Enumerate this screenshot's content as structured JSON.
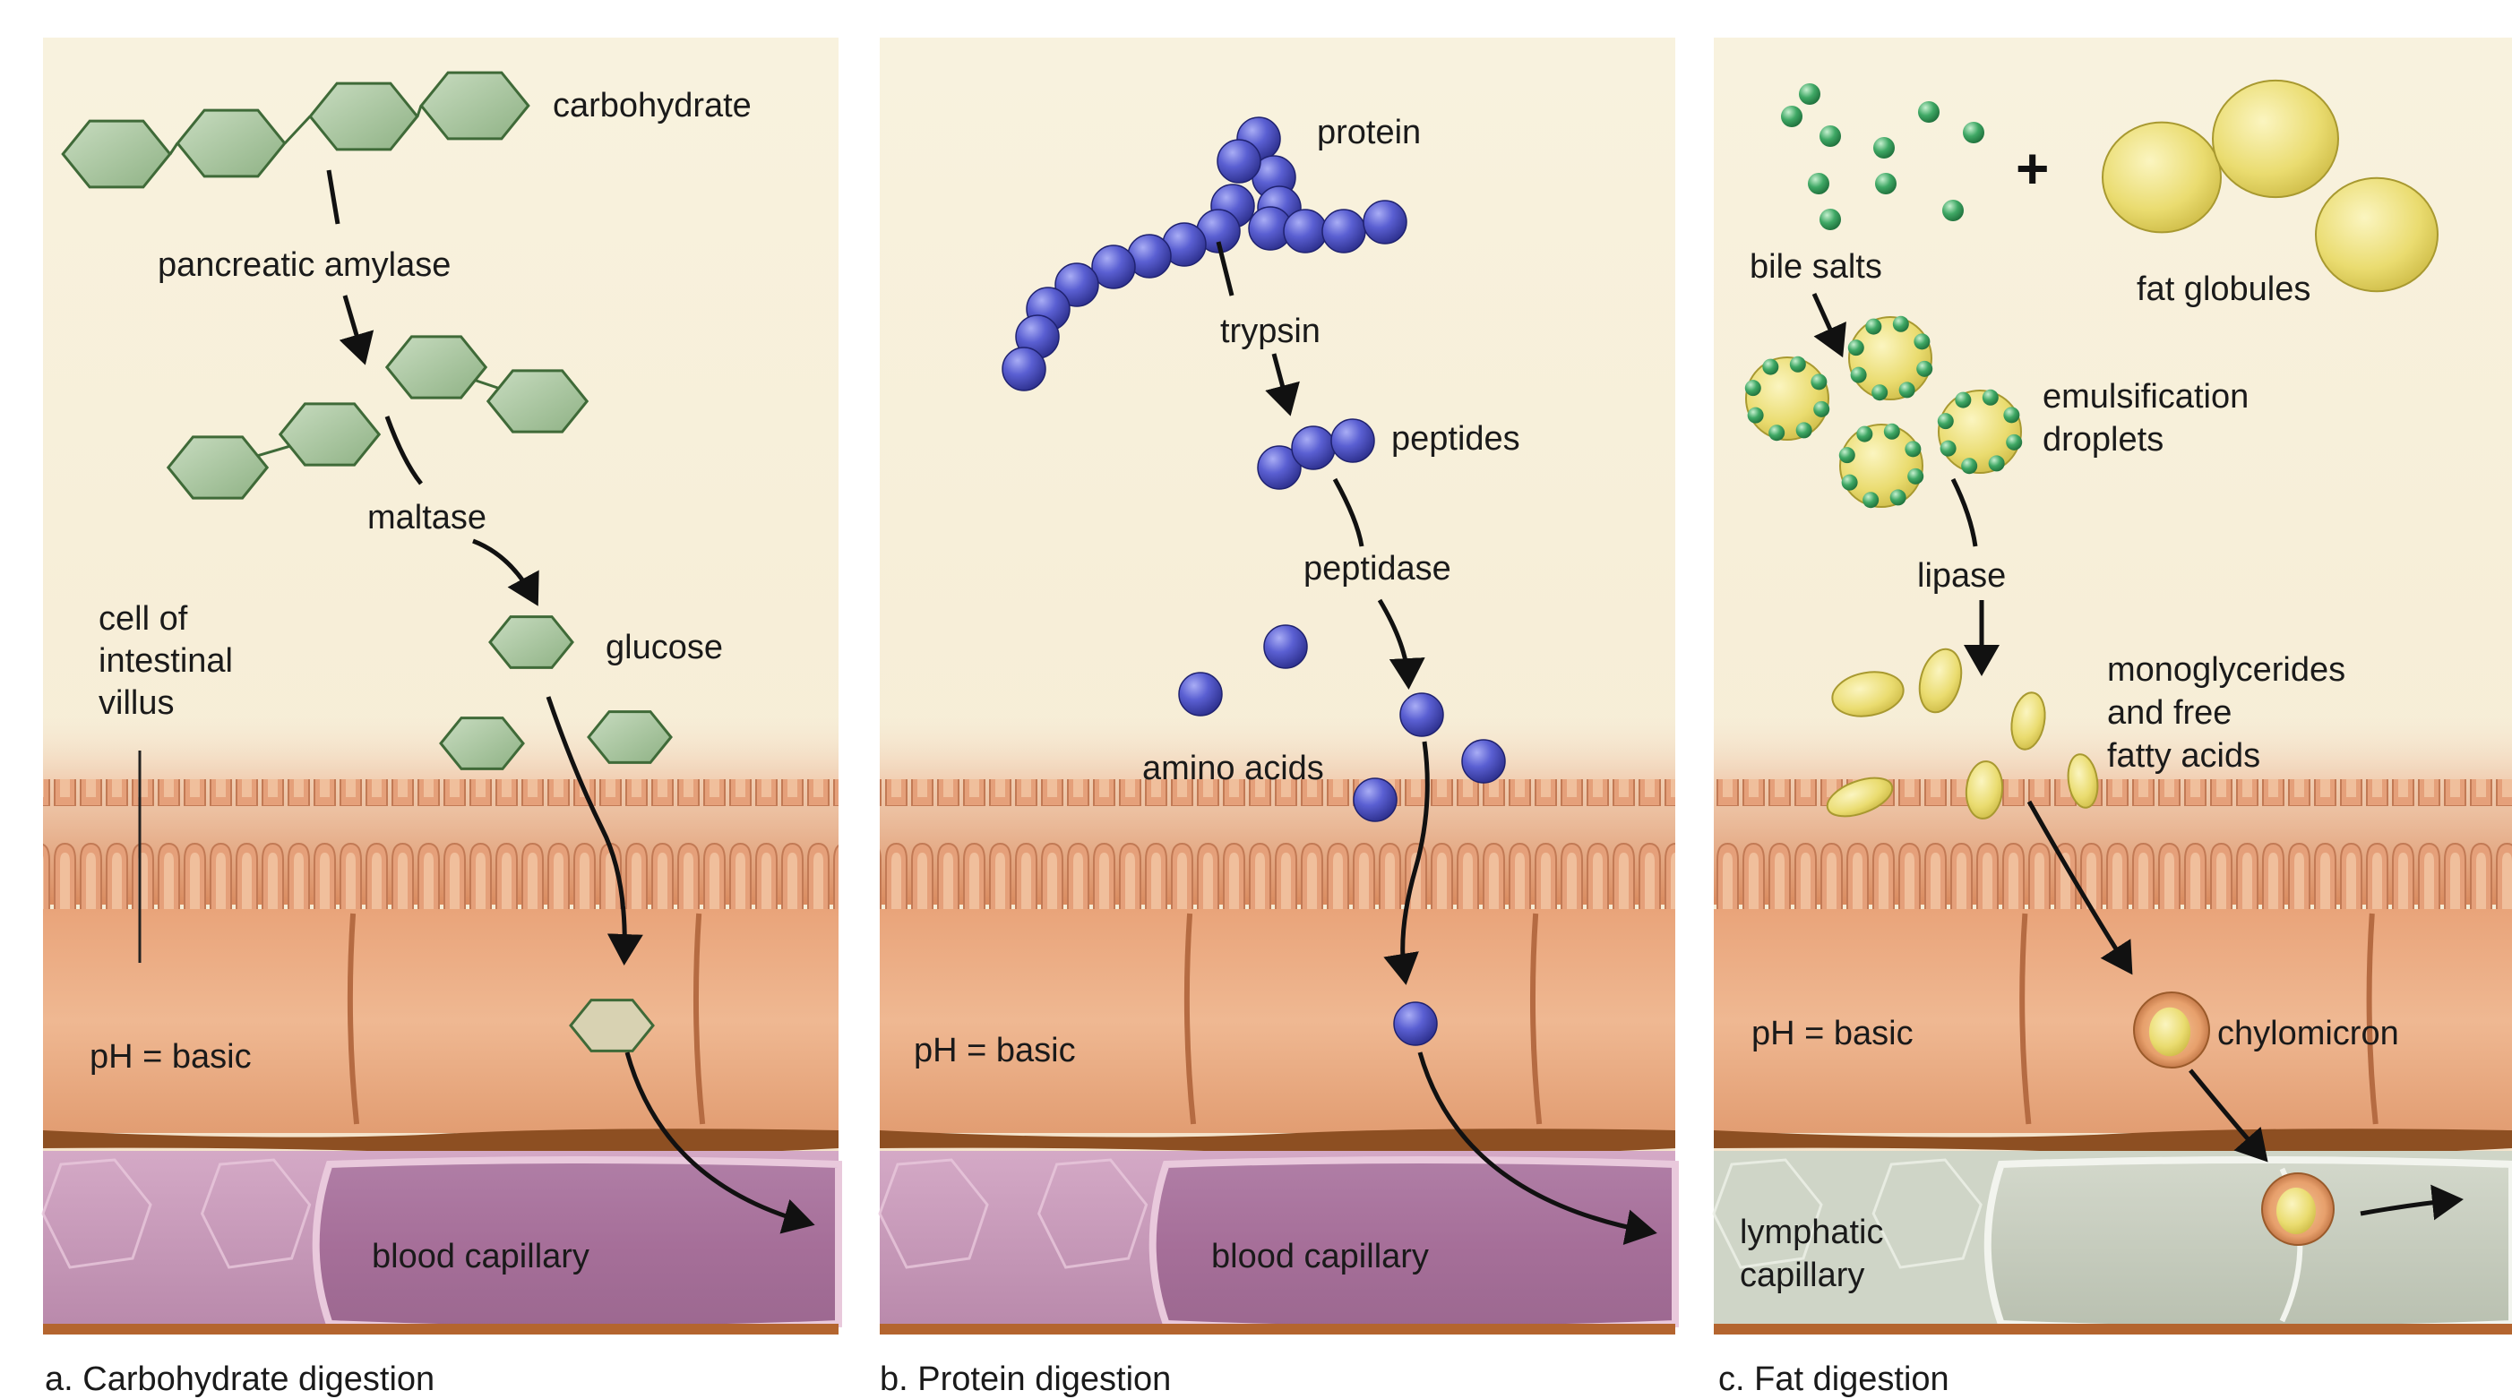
{
  "panels": {
    "carb": {
      "caption": "a. Carbohydrate digestion",
      "carbohydrate": "carbohydrate",
      "enzyme1": "pancreatic amylase",
      "enzyme2": "maltase",
      "product": "glucose",
      "cell_line1": "cell of",
      "cell_line2": "intestinal",
      "cell_line3": "villus",
      "ph": "pH = basic",
      "vessel": "blood capillary"
    },
    "protein": {
      "caption": "b. Protein digestion",
      "substrate": "protein",
      "enzyme1": "trypsin",
      "intermediate": "peptides",
      "enzyme2": "peptidase",
      "product": "amino acids",
      "ph": "pH = basic",
      "vessel": "blood capillary"
    },
    "fat": {
      "caption": "c. Fat digestion",
      "plus": "+",
      "bile": "bile salts",
      "globules": "fat globules",
      "emuls_line1": "emulsification",
      "emuls_line2": "droplets",
      "enzyme": "lipase",
      "prod_line1": "monoglycerides",
      "prod_line2": "and free",
      "prod_line3": "fatty acids",
      "chylo": "chylomicron",
      "ph": "pH = basic",
      "vessel_line1": "lymphatic",
      "vessel_line2": "capillary"
    }
  },
  "colors": {
    "lumen": "#f6efd9",
    "cell": "#e8a77c",
    "membrane": "#9a5a2a",
    "blood": "#c89ab8",
    "lymph": "#c9cfc2",
    "hexagon": "#a9c4a0",
    "amino": "#4a4fc0",
    "fat": "#e9dd6a",
    "bile": "#3a9a5a"
  }
}
